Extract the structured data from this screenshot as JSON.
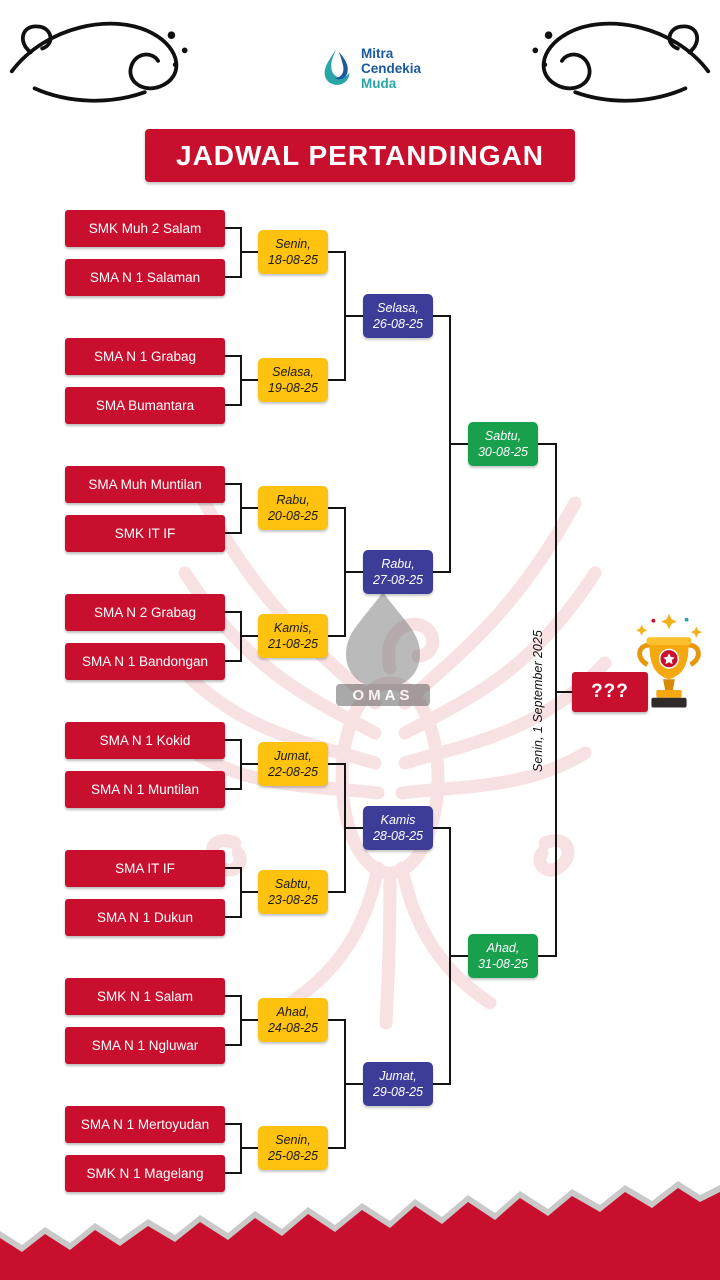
{
  "header": {
    "logo": {
      "lines": [
        "Mitra",
        "Cendekia",
        "Muda"
      ]
    },
    "title": "JADWAL PERTANDINGAN"
  },
  "bracket": {
    "teams": [
      "SMK Muh 2 Salam",
      "SMA N 1 Salaman",
      "SMA N 1 Grabag",
      "SMA Bumantara",
      "SMA Muh Muntilan",
      "SMK IT IF",
      "SMA N 2 Grabag",
      "SMA N 1 Bandongan",
      "SMA N 1 Kokid",
      "SMA N 1 Muntilan",
      "SMA IT IF",
      "SMA N 1 Dukun",
      "SMK N 1 Salam",
      "SMA N 1 Ngluwar",
      "SMA N 1 Mertoyudan",
      "SMK N 1 Magelang"
    ],
    "round1": [
      {
        "day": "Senin,",
        "date": "18-08-25"
      },
      {
        "day": "Selasa,",
        "date": "19-08-25"
      },
      {
        "day": "Rabu,",
        "date": "20-08-25"
      },
      {
        "day": "Kamis,",
        "date": "21-08-25"
      },
      {
        "day": "Jumat,",
        "date": "22-08-25"
      },
      {
        "day": "Sabtu,",
        "date": "23-08-25"
      },
      {
        "day": "Ahad,",
        "date": "24-08-25"
      },
      {
        "day": "Senin,",
        "date": "25-08-25"
      }
    ],
    "round2": [
      {
        "day": "Selasa,",
        "date": "26-08-25"
      },
      {
        "day": "Rabu,",
        "date": "27-08-25"
      },
      {
        "day": "Kamis",
        "date": "28-08-25"
      },
      {
        "day": "Jumat,",
        "date": "29-08-25"
      }
    ],
    "round3": [
      {
        "day": "Sabtu,",
        "date": "30-08-25"
      },
      {
        "day": "Ahad,",
        "date": "31-08-25"
      }
    ],
    "final": {
      "label": "Senin, 1 September 2025",
      "placeholder": "???"
    }
  },
  "watermark": {
    "text": "OMAS"
  },
  "colors": {
    "red": "#C8102E",
    "yellow": "#FFC20E",
    "blue": "#3D3C99",
    "green": "#18A04C"
  }
}
